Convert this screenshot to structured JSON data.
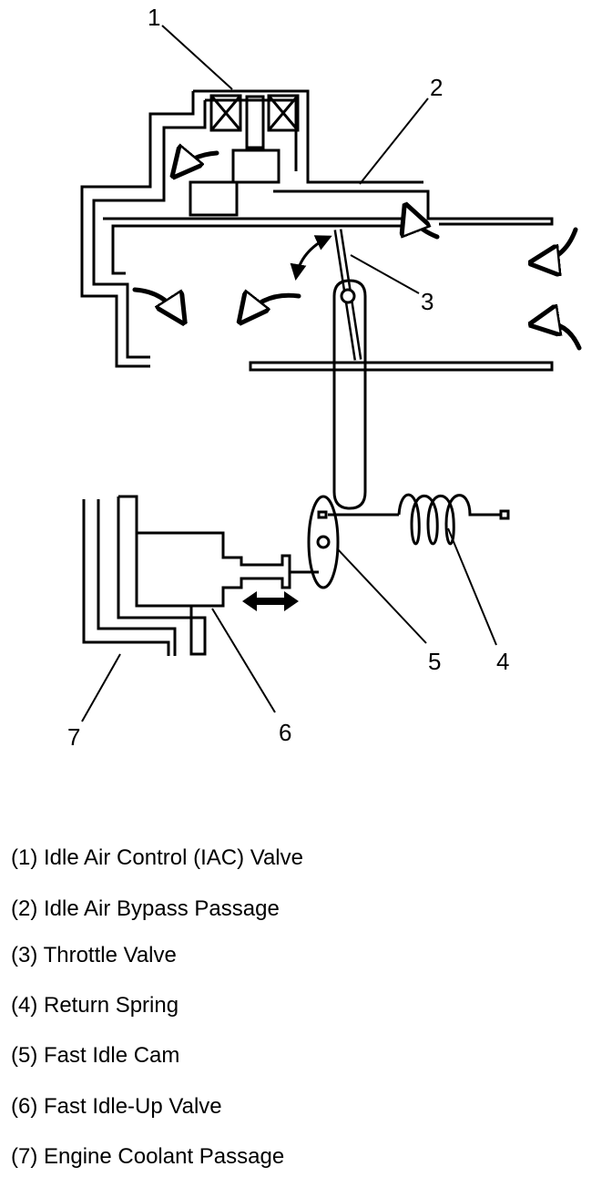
{
  "diagram": {
    "callouts": [
      "1",
      "2",
      "3",
      "4",
      "5",
      "6",
      "7"
    ]
  },
  "legend": {
    "items": [
      "(1) Idle Air Control (IAC) Valve",
      "(2) Idle Air Bypass Passage",
      "(3) Throttle Valve",
      "(4) Return Spring",
      "(5) Fast Idle Cam",
      "(6) Fast Idle-Up Valve",
      "(7) Engine Coolant Passage"
    ]
  }
}
